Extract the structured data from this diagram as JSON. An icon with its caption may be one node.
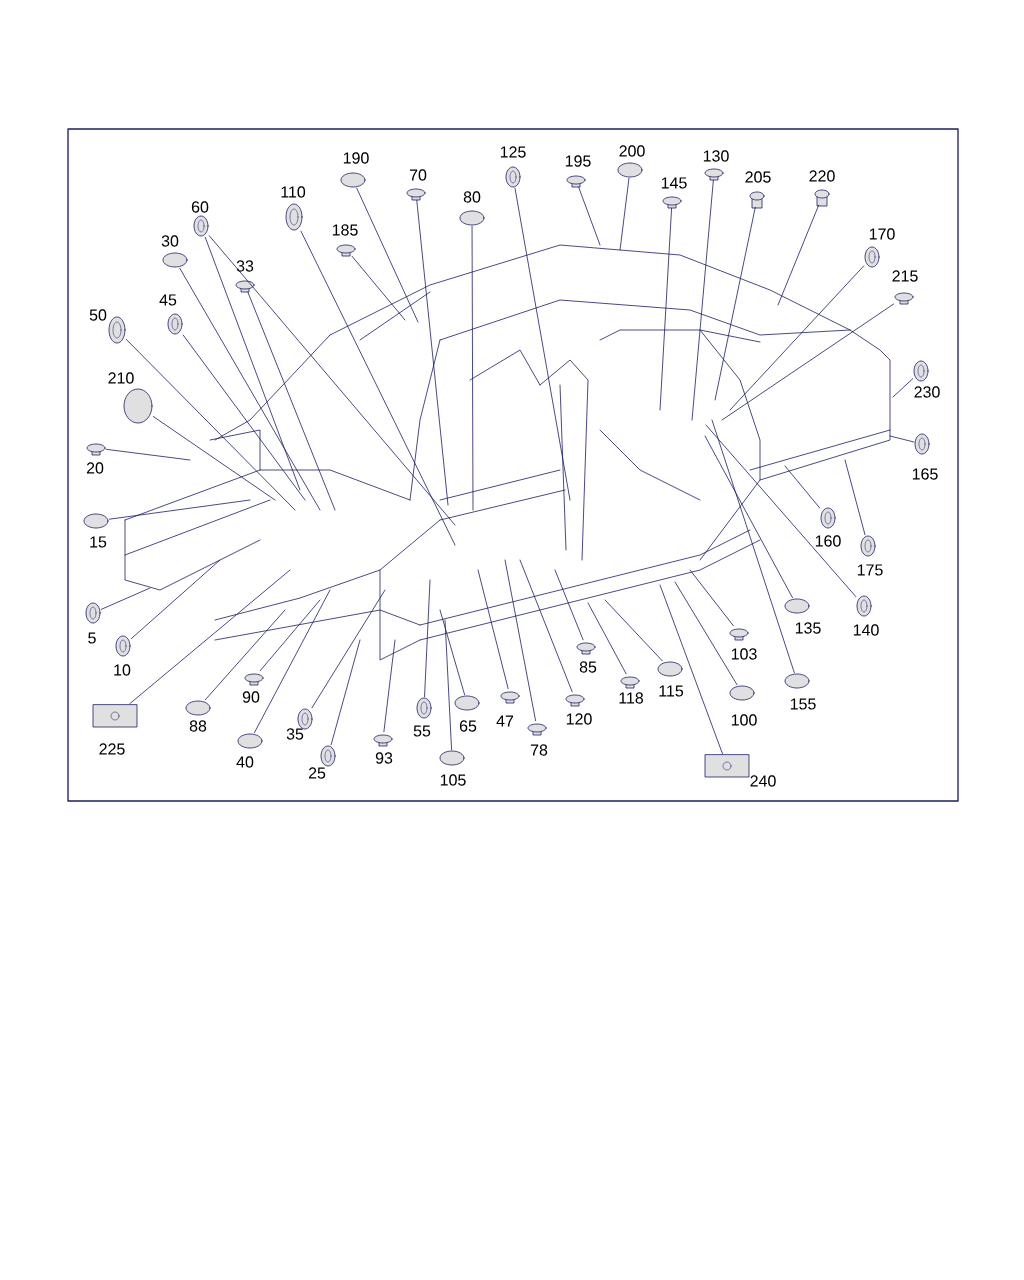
{
  "diagram": {
    "nodes": [
      {
        "text": [
          "190"
        ]
      },
      {
        "text": [
          "70"
        ]
      },
      {
        "text": [
          "80"
        ]
      },
      {
        "text": [
          "125"
        ]
      },
      {
        "text": [
          "195"
        ]
      },
      {
        "text": [
          "200"
        ]
      },
      {
        "text": [
          "130"
        ]
      },
      {
        "text": [
          "145"
        ]
      },
      {
        "text": [
          "205"
        ]
      },
      {
        "text": [
          "220"
        ]
      },
      {
        "text": [
          "170"
        ]
      },
      {
        "text": [
          "215"
        ]
      },
      {
        "text": [
          "230"
        ]
      },
      {
        "text": [
          "165"
        ]
      },
      {
        "text": [
          "160"
        ]
      },
      {
        "text": [
          "175"
        ]
      },
      {
        "text": [
          "140"
        ]
      },
      {
        "text": [
          "135"
        ]
      },
      {
        "text": [
          "155"
        ]
      },
      {
        "text": [
          "103"
        ]
      },
      {
        "text": [
          "100"
        ]
      },
      {
        "text": [
          "240"
        ]
      },
      {
        "text": [
          "115"
        ]
      },
      {
        "text": [
          "118"
        ]
      },
      {
        "text": [
          "85"
        ]
      },
      {
        "text": [
          "120"
        ]
      },
      {
        "text": [
          "78"
        ]
      },
      {
        "text": [
          "47"
        ]
      },
      {
        "text": [
          "65"
        ]
      },
      {
        "text": [
          "105"
        ]
      },
      {
        "text": [
          "55"
        ]
      },
      {
        "text": [
          "93"
        ]
      },
      {
        "text": [
          "25"
        ]
      },
      {
        "text": [
          "35"
        ]
      },
      {
        "text": [
          "40"
        ]
      },
      {
        "text": [
          "90"
        ]
      },
      {
        "text": [
          "88"
        ]
      },
      {
        "text": [
          "225"
        ]
      },
      {
        "text": [
          "10"
        ]
      },
      {
        "text": [
          "5"
        ]
      },
      {
        "text": [
          "15"
        ]
      },
      {
        "text": [
          "20"
        ]
      },
      {
        "text": [
          "210"
        ]
      },
      {
        "text": [
          "50"
        ]
      },
      {
        "text": [
          "45"
        ]
      },
      {
        "text": [
          "30"
        ]
      },
      {
        "text": [
          "60"
        ]
      },
      {
        "text": [
          "33"
        ]
      },
      {
        "text": [
          "110"
        ]
      },
      {
        "text": [
          "185"
        ]
      }
    ],
    "edges": [
      {
        "from": 0,
        "to": null,
        "arrow": "none"
      },
      {
        "from": 1,
        "to": null,
        "arrow": "none"
      },
      {
        "from": 2,
        "to": null,
        "arrow": "none"
      },
      {
        "from": 3,
        "to": null,
        "arrow": "none"
      },
      {
        "from": 4,
        "to": null,
        "arrow": "none"
      },
      {
        "from": 5,
        "to": null,
        "arrow": "none"
      },
      {
        "from": 6,
        "to": null,
        "arrow": "none"
      },
      {
        "from": 7,
        "to": null,
        "arrow": "none"
      },
      {
        "from": 8,
        "to": null,
        "arrow": "none"
      },
      {
        "from": 9,
        "to": null,
        "arrow": "none"
      },
      {
        "from": 10,
        "to": null,
        "arrow": "none"
      },
      {
        "from": 11,
        "to": null,
        "arrow": "none"
      },
      {
        "from": 12,
        "to": null,
        "arrow": "none"
      },
      {
        "from": 13,
        "to": null,
        "arrow": "none"
      },
      {
        "from": 14,
        "to": null,
        "arrow": "none"
      },
      {
        "from": 15,
        "to": null,
        "arrow": "none"
      },
      {
        "from": 16,
        "to": null,
        "arrow": "none"
      },
      {
        "from": 17,
        "to": null,
        "arrow": "none"
      },
      {
        "from": 18,
        "to": null,
        "arrow": "none"
      },
      {
        "from": 19,
        "to": null,
        "arrow": "none"
      },
      {
        "from": 20,
        "to": null,
        "arrow": "none"
      },
      {
        "from": 21,
        "to": null,
        "arrow": "none"
      },
      {
        "from": 22,
        "to": null,
        "arrow": "none"
      },
      {
        "from": 23,
        "to": null,
        "arrow": "none"
      },
      {
        "from": 24,
        "to": null,
        "arrow": "none"
      },
      {
        "from": 25,
        "to": null,
        "arrow": "none"
      },
      {
        "from": 26,
        "to": null,
        "arrow": "none"
      },
      {
        "from": 27,
        "to": null,
        "arrow": "none"
      },
      {
        "from": 28,
        "to": null,
        "arrow": "none"
      },
      {
        "from": 29,
        "to": null,
        "arrow": "none"
      },
      {
        "from": 30,
        "to": null,
        "arrow": "none"
      },
      {
        "from": 31,
        "to": null,
        "arrow": "none"
      },
      {
        "from": 32,
        "to": null,
        "arrow": "none"
      },
      {
        "from": 33,
        "to": null,
        "arrow": "none"
      },
      {
        "from": 34,
        "to": null,
        "arrow": "none"
      },
      {
        "from": 35,
        "to": null,
        "arrow": "none"
      },
      {
        "from": 36,
        "to": null,
        "arrow": "none"
      },
      {
        "from": 37,
        "to": null,
        "arrow": "none"
      },
      {
        "from": 38,
        "to": null,
        "arrow": "none"
      },
      {
        "from": 39,
        "to": null,
        "arrow": "none"
      },
      {
        "from": 40,
        "to": null,
        "arrow": "none"
      },
      {
        "from": 41,
        "to": null,
        "arrow": "none"
      },
      {
        "from": 42,
        "to": null,
        "arrow": "none"
      },
      {
        "from": 43,
        "to": null,
        "arrow": "none"
      },
      {
        "from": 44,
        "to": null,
        "arrow": "none"
      },
      {
        "from": 45,
        "to": null,
        "arrow": "none"
      },
      {
        "from": 46,
        "to": null,
        "arrow": "none"
      },
      {
        "from": 47,
        "to": null,
        "arrow": "none"
      },
      {
        "from": 48,
        "to": null,
        "arrow": "none"
      },
      {
        "from": 49,
        "to": null,
        "arrow": "none"
      },
      {
        "from": 46,
        "to": null,
        "arrow": "none"
      }
    ]
  }
}
